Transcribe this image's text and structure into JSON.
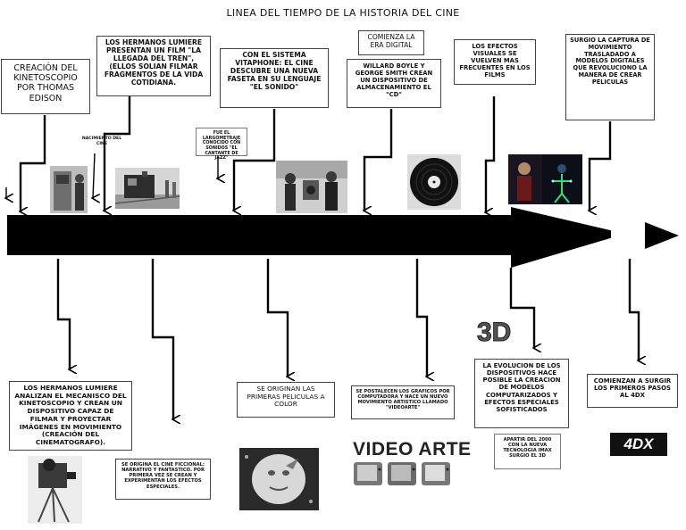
{
  "title": "LINEA DEL TIEMPO DE LA HISTORIA DEL CINE",
  "events_top": [
    {
      "id": "kinetoscopio",
      "text": "CREACIÓN DEL KINETOSCOPIO POR THOMAS EDISON"
    },
    {
      "id": "lumiere-tren",
      "text": "LOS HERMANOS LUMIERE PRESENTAN UN FILM \"LA LLEGADA DEL TREN\", (ELLOS SOLIAN FILMAR FRAGMENTOS DE LA VIDA COTIDIANA."
    },
    {
      "id": "nacimiento",
      "text": "NACIMIENTO DEL CINE"
    },
    {
      "id": "vitaphone",
      "text": "CON EL SISTEMA VITAPHONE: EL CINE DESCUBRE UNA NUEVA FASETA EN SU LENGUAJE \"EL SONIDO\""
    },
    {
      "id": "cantante-jazz",
      "text": "FUE EL LARGOMETRAJE CONOCIDO CON SONIDOS \"EL CANTANTE DE JAZZ\""
    },
    {
      "id": "era-digital",
      "text": "COMIENZA LA ERA DIGITAL"
    },
    {
      "id": "cd",
      "text": "WILLARD BOYLE Y GEORGE SMITH CREAN UN DISPOSITIVO DE ALMACENAMIENTO EL \"CD\""
    },
    {
      "id": "efectos-visuales",
      "text": "LOS EFECTOS VISUALES SE VUELVEN MAS FRECUENTES EN LOS FILMS"
    },
    {
      "id": "captura-movimiento",
      "text": "SURGIO LA CAPTURA DE MOVIMIENTO TRASLADADO A MODELOS DIGITALES QUE REVOLUCIONO LA MANERA DE CREAR PELICULAS"
    }
  ],
  "events_bottom": [
    {
      "id": "cinematografo",
      "text": "LOS HERMANOS LUMIERE ANALIZAN EL MECANISCO DEL KINETOSCOPIO Y CREAN UN DISPOSITIVO CAPAZ DE FILMAR Y PROYECTAR IMÁGENES EN MOVIMIENTO (CREACIÓN DEL CINEMATOGRAFO)."
    },
    {
      "id": "cine-ficcional",
      "text": "SE ORIGINA EL CINE FICCIONAL: NARRATIVO Y FANTASTICO. POR PRIMERA VEZ SE CREAN Y EXPERIMENTAN LOS EFECTOS ESPECIALES."
    },
    {
      "id": "color",
      "text": "SE ORIGINAN LAS PRIMERAS PELICULAS A COLOR"
    },
    {
      "id": "videoarte",
      "text": "SE POSTALECEN LOS GRAFICOS POR COMPUTADORA Y NACE UN NUEVO MOVIMIENTO ARTISTICO LLAMADO \"VIDEOARTE\""
    },
    {
      "id": "dispositivos",
      "text": "LA EVOLUCION DE LOS DISPOSITIVOS HACE POSIBLE LA CREACION DE MODELOS COMPUTARIZADOS Y EFECTOS ESPECIALES SOFISTICADOS"
    },
    {
      "id": "imax-3d",
      "text": "APARTIR DEL 2000 CON LA NUEVA TECNOLOGIA IMAX SURGIO EL 3D"
    },
    {
      "id": "4dx",
      "text": "COMIENZAN A SURGIR LOS PRIMEROS PASOS AL 4DX"
    }
  ],
  "logos": {
    "video_arte": "VIDEO ARTE",
    "three_d": "3D",
    "four_dx": "4DX"
  },
  "colors": {
    "arrow": "#000000",
    "box_border": "#444444",
    "background": "#ffffff"
  }
}
